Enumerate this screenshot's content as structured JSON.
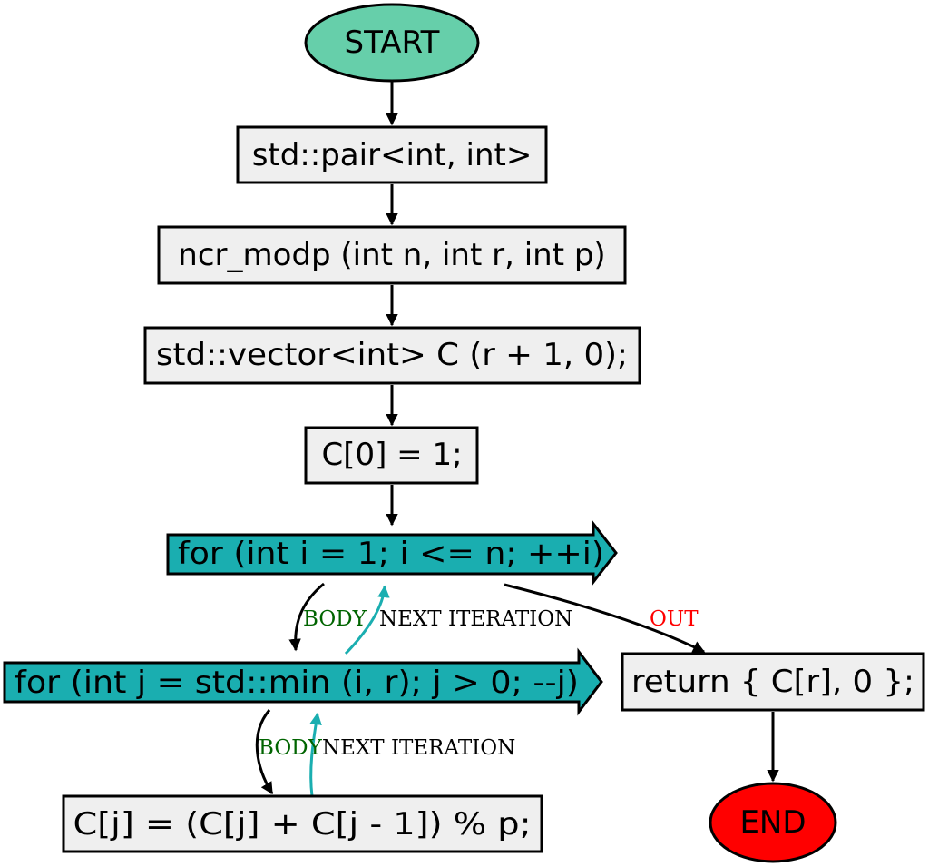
{
  "nodes": {
    "start": "START",
    "pair": "std::pair<int, int>",
    "signature": "ncr_modp (int n, int r, int p)",
    "vector_decl": "std::vector<int> C (r + 1, 0);",
    "c0_assign": "C[0] = 1;",
    "outer_loop": "for (int i = 1; i <= n; ++i)",
    "inner_loop": "for (int j = std::min (i, r); j > 0; --j)",
    "cj_update": "C[j] = (C[j] + C[j - 1]) % p;",
    "return_stmt": "return { C[r], 0 };",
    "end": "END"
  },
  "edge_labels": {
    "outer_body": "BODY",
    "outer_next": "NEXT ITERATION",
    "outer_out": "OUT",
    "inner_body": "BODY",
    "inner_next": "NEXT ITERATION"
  },
  "colors": {
    "start_fill": "#66cfaa",
    "end_fill": "#ff0000",
    "loop_fill": "#1aaeb0",
    "box_fill": "#efefef",
    "body_label": "#006400",
    "out_label": "#ff0000",
    "next_label": "#000000"
  }
}
